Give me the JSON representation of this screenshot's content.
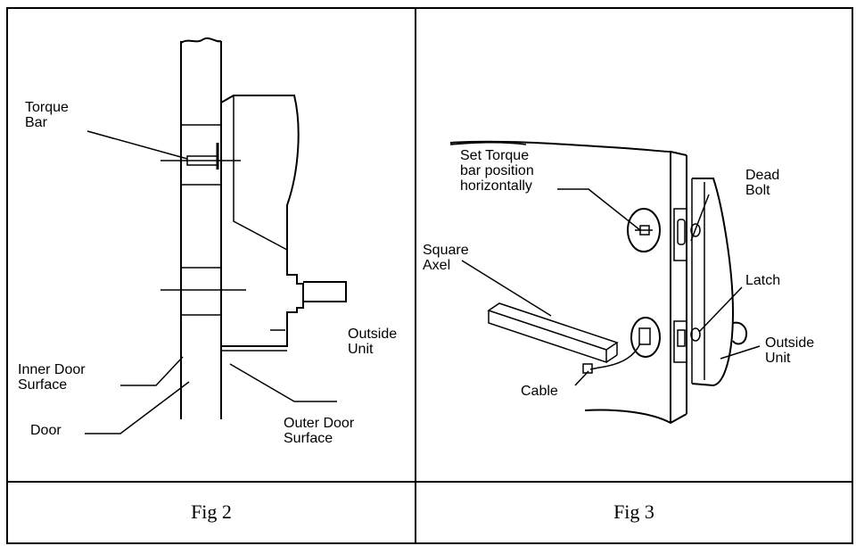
{
  "figures": [
    {
      "caption": "Fig 2",
      "labels": {
        "torque_bar": [
          "Torque",
          "Bar"
        ],
        "outside_unit": [
          "Outside",
          "Unit"
        ],
        "inner_door_surface": [
          "Inner Door",
          "Surface"
        ],
        "door": [
          "Door"
        ],
        "outer_door_surface": [
          "Outer Door",
          "Surface"
        ]
      }
    },
    {
      "caption": "Fig 3",
      "labels": {
        "set_torque_bar": [
          "Set Torque",
          "bar position",
          "horizontally"
        ],
        "dead_bolt": [
          "Dead",
          "Bolt"
        ],
        "square_axel": [
          "Square",
          "Axel"
        ],
        "latch": [
          "Latch"
        ],
        "outside_unit": [
          "Outside",
          "Unit"
        ],
        "cable": [
          "Cable"
        ]
      }
    }
  ]
}
